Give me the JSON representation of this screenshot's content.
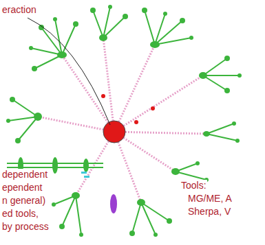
{
  "diagram": {
    "labels": [
      "eraction",
      "dependent",
      "ependent",
      "n general)",
      "ed tools,",
      "by process",
      "Tools:",
      "MG/ME, A",
      "Sherpa, V"
    ]
  }
}
